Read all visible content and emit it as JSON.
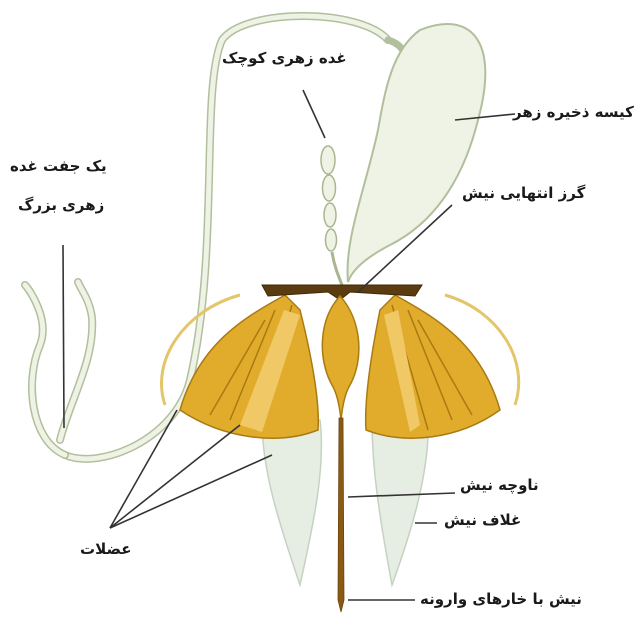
{
  "labels": {
    "small_venom_gland": "غده زهری کوچک",
    "venom_reservoir": "کیسه ذخیره زهر",
    "large_glands_line1": "یک جفت غده",
    "large_glands_line2": "زهری بزرگ",
    "sting_bulb": "گرز انتهایی نیش",
    "sting_groove": "ناوچه نیش",
    "sting_sheath": "غلاف نیش",
    "muscles": "عضلات",
    "barbed_sting": "نیش با خارهای وارونه"
  },
  "colors": {
    "gland": "#eef3e6",
    "gland_outline": "#b2bf9c",
    "muscle": "#e1ac2c",
    "muscle_dark": "#a97a12",
    "sheath": "#e6eee4",
    "sting_shaft": "#8a5a14",
    "leader": "#333333"
  }
}
